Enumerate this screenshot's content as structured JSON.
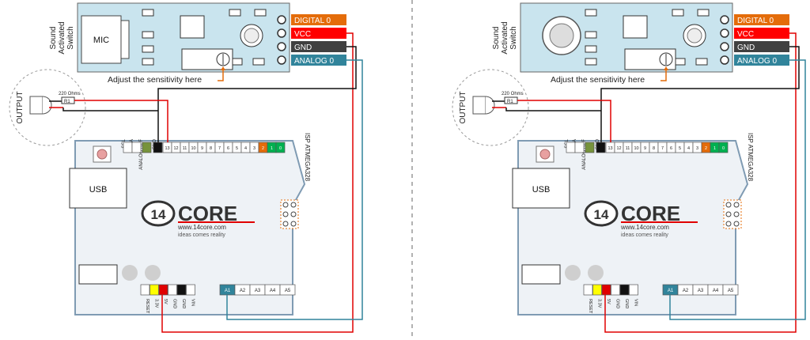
{
  "panels": [
    {
      "id": "left",
      "sensor": {
        "title_lines": [
          "Sound",
          "Activated",
          "Switch"
        ],
        "mic_label": "MIC",
        "hint": "Adjust the sensitivity here",
        "pins": [
          "DIGITAL 0",
          "VCC",
          "GND",
          "ANALOG 0"
        ],
        "mic_external": true
      },
      "led": {
        "output_label": "OUTPUT",
        "resistor_value": "220 Ohms",
        "resistor_tag": "R1"
      },
      "board": {
        "usb_label": "USB",
        "logo_text": "CORE",
        "logo_num": "14",
        "logo_url": "www.14core.com",
        "tagline": "ideas comes reality",
        "isp_label": "ISP ATMEGA328",
        "top_labels": [
          "SCL",
          "SDA",
          "ANALOG REF",
          "GND"
        ],
        "digital_pins": [
          "13",
          "12",
          "11",
          "10",
          "9",
          "8",
          "7",
          "6",
          "5",
          "4",
          "3",
          "2",
          "1",
          "0"
        ],
        "power_pins": [
          "RESET",
          "3.3V",
          "5V",
          "GND",
          "GND",
          "VIN"
        ],
        "analog_pins": [
          "A1",
          "A2",
          "A3",
          "A4",
          "A5"
        ]
      }
    },
    {
      "id": "right",
      "sensor": {
        "title_lines": [
          "Sound",
          "Activated",
          "Switch"
        ],
        "mic_label": "",
        "hint": "Adjust the sensitivity here",
        "pins": [
          "DIGITAL 0",
          "VCC",
          "GND",
          "ANALOG 0"
        ],
        "mic_external": false
      },
      "led": {
        "output_label": "OUTPUT",
        "resistor_value": "220 Ohms",
        "resistor_tag": "R1"
      },
      "board": {
        "usb_label": "USB",
        "logo_text": "CORE",
        "logo_num": "14",
        "logo_url": "www.14core.com",
        "tagline": "ideas comes reality",
        "isp_label": "ISP ATMEGA328",
        "top_labels": [
          "SCL",
          "SDA",
          "ANALOG REF",
          "GND"
        ],
        "digital_pins": [
          "13",
          "12",
          "11",
          "10",
          "9",
          "8",
          "7",
          "6",
          "5",
          "4",
          "3",
          "2",
          "1",
          "0"
        ],
        "power_pins": [
          "RESET",
          "3.3V",
          "5V",
          "GND",
          "GND",
          "VIN"
        ],
        "analog_pins": [
          "A1",
          "A2",
          "A3",
          "A4",
          "A5"
        ]
      }
    }
  ],
  "colors": {
    "board_fill": "#eef2f6",
    "board_stroke": "#7f9bb3",
    "sensor_fill": "#c9e4ee",
    "digital_pin": "#e46c0a",
    "vcc_pin": "#ff0000",
    "gnd_pin": "#404040",
    "analog_pin": "#31849b",
    "wire_red": "#e00000",
    "wire_black": "#111111",
    "wire_teal": "#31849b",
    "pin_green": "#00b050",
    "pin_orange": "#e46c0a",
    "pin_olive": "#77933c"
  }
}
